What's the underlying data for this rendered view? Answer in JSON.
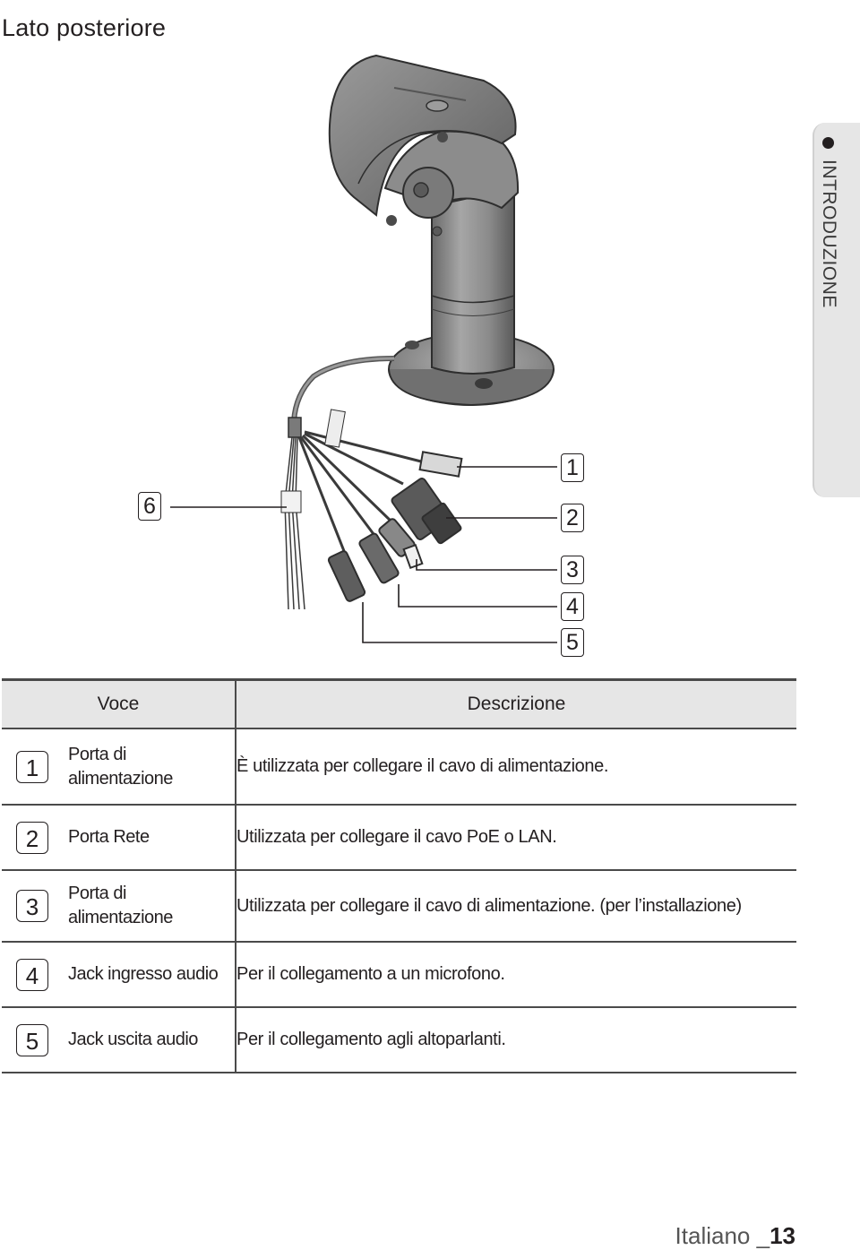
{
  "page": {
    "title": "Lato posteriore",
    "section_tab": "INTRODUZIONE",
    "footer_lang": "Italiano _",
    "footer_page": "13"
  },
  "diagram": {
    "callouts": [
      "1",
      "2",
      "3",
      "4",
      "5",
      "6"
    ],
    "icons": [
      "camera-body-icon",
      "ethernet-connector-icon",
      "audio-jack-icon",
      "power-cable-icon"
    ]
  },
  "table": {
    "headers": {
      "voce": "Voce",
      "descrizione": "Descrizione"
    },
    "rows": [
      {
        "num": "1",
        "voce": "Porta di alimentazione",
        "descrizione": "È utilizzata per collegare il cavo di alimentazione."
      },
      {
        "num": "2",
        "voce": "Porta Rete",
        "descrizione": "Utilizzata per collegare il cavo PoE o LAN."
      },
      {
        "num": "3",
        "voce": "Porta di alimentazione",
        "descrizione": "Utilizzata per collegare il cavo di alimentazione. (per l’installazione)"
      },
      {
        "num": "4",
        "voce": "Jack ingresso audio",
        "descrizione": "Per il collegamento a un microfono."
      },
      {
        "num": "5",
        "voce": "Jack uscita audio",
        "descrizione": "Per il collegamento agli altoparlanti."
      }
    ]
  },
  "colors": {
    "text": "#231f20",
    "tab_bg": "#e6e6e6",
    "rule": "#4a4a4a"
  }
}
